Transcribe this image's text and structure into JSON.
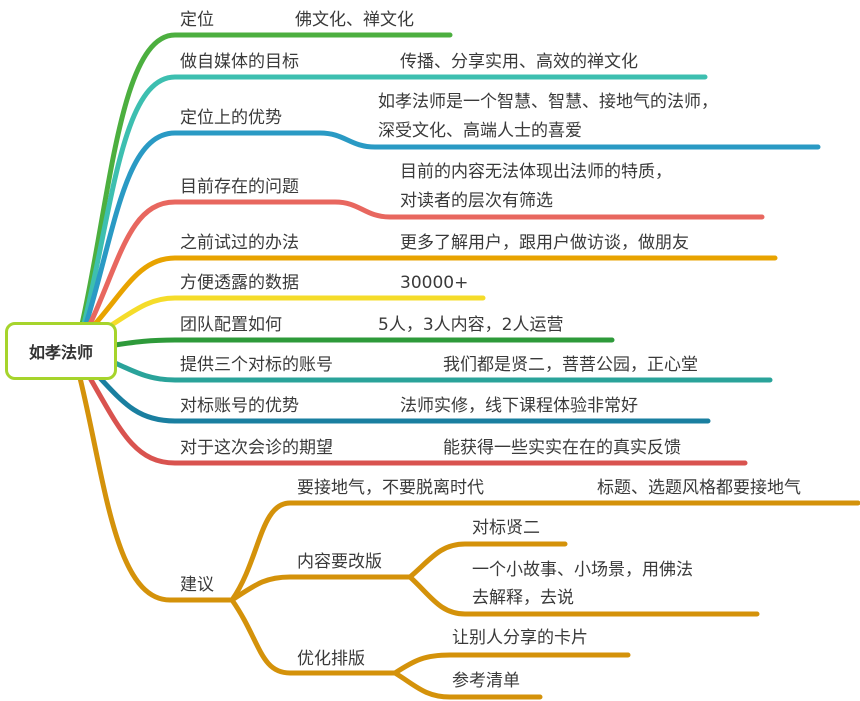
{
  "root": {
    "label": "如孝法师",
    "color": "#a6d42c"
  },
  "branches": [
    {
      "label": "定位",
      "value": [
        "佛文化、禅文化"
      ],
      "color": "#4caf3f"
    },
    {
      "label": "做自媒体的目标",
      "value": [
        "传播、分享实用、高效的禅文化"
      ],
      "color": "#3dbfb0"
    },
    {
      "label": "定位上的优势",
      "value": [
        "如孝法师是一个智慧、智慧、接地气的法师，",
        "深受文化、高端人士的喜爱"
      ],
      "color": "#2a9ac4"
    },
    {
      "label": "目前存在的问题",
      "value": [
        "目前的内容无法体现出法师的特质，",
        "对读者的层次有筛选"
      ],
      "color": "#e8675f"
    },
    {
      "label": "之前试过的办法",
      "value": [
        "更多了解用户，跟用户做访谈，做朋友"
      ],
      "color": "#e8a300"
    },
    {
      "label": "方便透露的数据",
      "value": [
        "30000+"
      ],
      "color": "#f5dc2a"
    },
    {
      "label": "团队配置如何",
      "value": [
        "5人，3人内容，2人运营"
      ],
      "color": "#2e9a3a"
    },
    {
      "label": "提供三个对标的账号",
      "value": [
        "我们都是贤二，菩菩公园，正心堂"
      ],
      "color": "#2aa39a"
    },
    {
      "label": "对标账号的优势",
      "value": [
        "法师实修，线下课程体验非常好"
      ],
      "color": "#1a7fa0"
    },
    {
      "label": "对于这次会诊的期望",
      "value": [
        "能获得一些实实在在的真实反馈"
      ],
      "color": "#d9534f"
    }
  ],
  "suggestion": {
    "label": "建议",
    "color": "#d4920a",
    "children": [
      {
        "label": "要接地气，不要脱离时代",
        "value": "标题、选题风格都要接地气"
      },
      {
        "label": "内容要改版",
        "children": [
          "对标贤二",
          "一个小故事、小场景，用佛法",
          "去解释，去说"
        ]
      },
      {
        "label": "优化排版",
        "children": [
          "让别人分享的卡片",
          "参考清单"
        ]
      }
    ]
  }
}
